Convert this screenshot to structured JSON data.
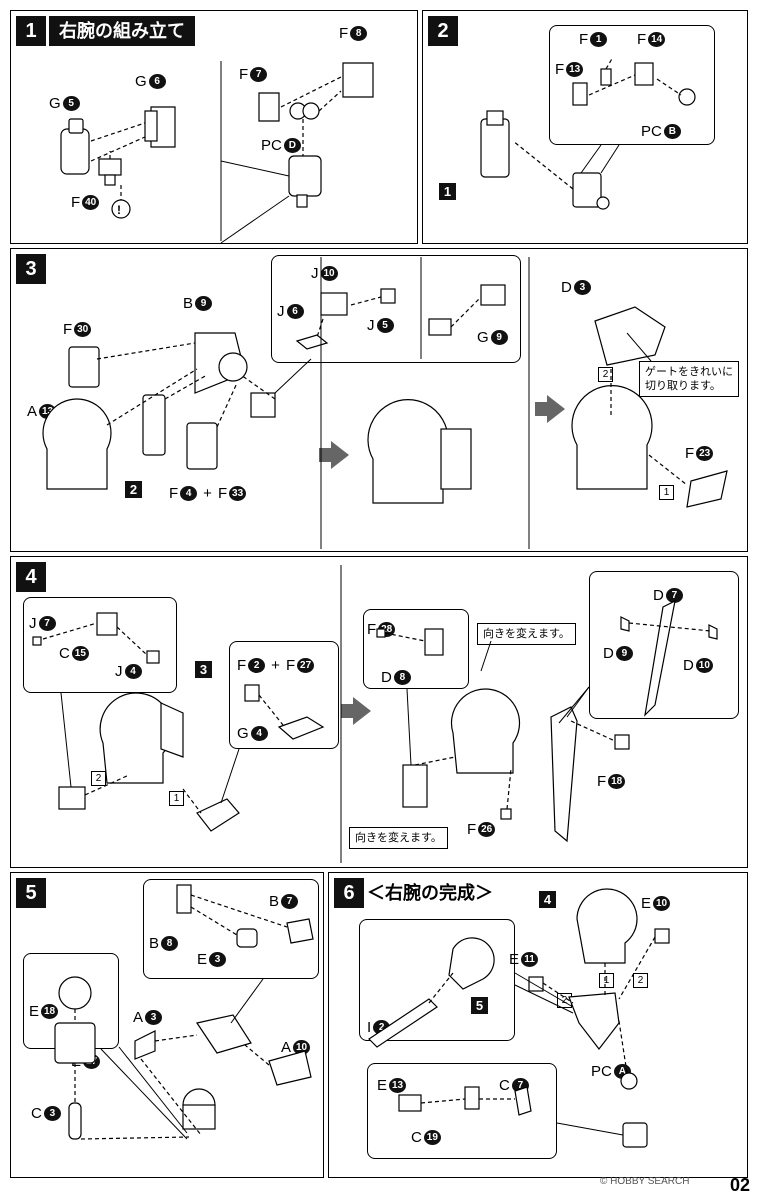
{
  "steps": {
    "s1": {
      "num": "1",
      "title": "右腕の組み立て"
    },
    "s2": {
      "num": "2"
    },
    "s3": {
      "num": "3"
    },
    "s4": {
      "num": "4"
    },
    "s5": {
      "num": "5"
    },
    "s6": {
      "num": "6",
      "title": "＜右腕の完成＞"
    }
  },
  "labels": {
    "g5": {
      "l": "G",
      "n": "5"
    },
    "g6": {
      "l": "G",
      "n": "6"
    },
    "f40": {
      "l": "F",
      "n": "40"
    },
    "f7": {
      "l": "F",
      "n": "7"
    },
    "f8": {
      "l": "F",
      "n": "8"
    },
    "pcD": {
      "l": "PC",
      "n": "D"
    },
    "s2f1": {
      "l": "F",
      "n": "1"
    },
    "s2f14": {
      "l": "F",
      "n": "14"
    },
    "s2f13": {
      "l": "F",
      "n": "13"
    },
    "pcB": {
      "l": "PC",
      "n": "B"
    },
    "f30": {
      "l": "F",
      "n": "30"
    },
    "b9": {
      "l": "B",
      "n": "9"
    },
    "a13": {
      "l": "A",
      "n": "13"
    },
    "f4": {
      "l": "F",
      "n": "4"
    },
    "f33": {
      "l": "F",
      "n": "33"
    },
    "j10": {
      "l": "J",
      "n": "10"
    },
    "j6": {
      "l": "J",
      "n": "6"
    },
    "j5": {
      "l": "J",
      "n": "5"
    },
    "g9": {
      "l": "G",
      "n": "9"
    },
    "d3": {
      "l": "D",
      "n": "3"
    },
    "f23": {
      "l": "F",
      "n": "23"
    },
    "j7": {
      "l": "J",
      "n": "7"
    },
    "c15": {
      "l": "C",
      "n": "15"
    },
    "j4": {
      "l": "J",
      "n": "4"
    },
    "f2": {
      "l": "F",
      "n": "2"
    },
    "f27": {
      "l": "F",
      "n": "27"
    },
    "g4": {
      "l": "G",
      "n": "4"
    },
    "f28": {
      "l": "F",
      "n": "28"
    },
    "d8": {
      "l": "D",
      "n": "8"
    },
    "d7": {
      "l": "D",
      "n": "7"
    },
    "d9": {
      "l": "D",
      "n": "9"
    },
    "d10": {
      "l": "D",
      "n": "10"
    },
    "f18": {
      "l": "F",
      "n": "18"
    },
    "f26": {
      "l": "F",
      "n": "26"
    },
    "b7": {
      "l": "B",
      "n": "7"
    },
    "b8": {
      "l": "B",
      "n": "8"
    },
    "e3": {
      "l": "E",
      "n": "3"
    },
    "e18": {
      "l": "E",
      "n": "18"
    },
    "e17": {
      "l": "E",
      "n": "17"
    },
    "c3": {
      "l": "C",
      "n": "3"
    },
    "a3": {
      "l": "A",
      "n": "3"
    },
    "a10": {
      "l": "A",
      "n": "10"
    },
    "i2": {
      "l": "I",
      "n": "2"
    },
    "e10": {
      "l": "E",
      "n": "10"
    },
    "e11": {
      "l": "E",
      "n": "11"
    },
    "pcA": {
      "l": "PC",
      "n": "A"
    },
    "e13": {
      "l": "E",
      "n": "13"
    },
    "c7": {
      "l": "C",
      "n": "7"
    },
    "c19": {
      "l": "C",
      "n": "19"
    }
  },
  "notes": {
    "gate": "ゲートをきれいに\n切り取ります。",
    "turn1": "向きを変えます。",
    "turn2": "向きを変えます。"
  },
  "tags": {
    "t1": "1",
    "t2": "2"
  },
  "refs": {
    "r1": "1",
    "r2": "2",
    "r3": "3",
    "r4": "4",
    "r5": "5"
  },
  "footer": {
    "logo": "© HOBBY SEARCH",
    "page": "02"
  }
}
